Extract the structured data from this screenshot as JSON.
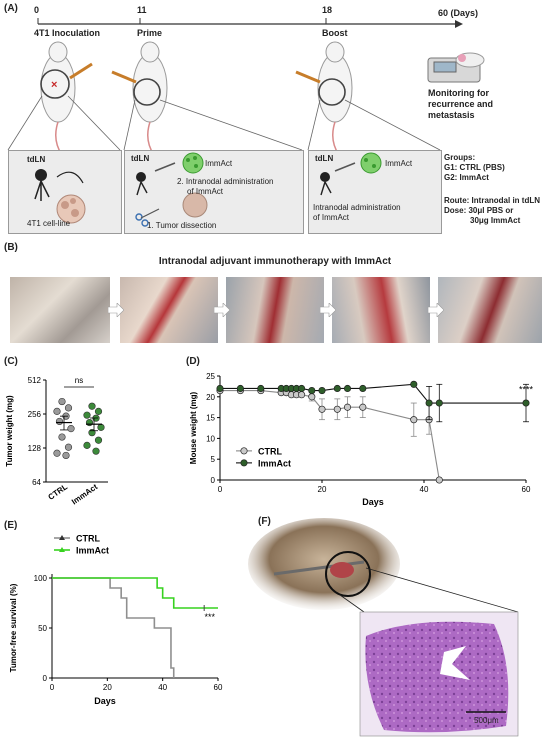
{
  "panels": {
    "A": "(A)",
    "B": "(B)",
    "C": "(C)",
    "D": "(D)",
    "E": "(E)",
    "F": "(F)"
  },
  "timeline": {
    "days": [
      "0",
      "11",
      "18",
      "60 (Days)"
    ],
    "events": [
      "4T1 Inoculation",
      "Prime",
      "Boost"
    ],
    "monitoring": [
      "Monitoring for",
      "recurrence and",
      "metastasis"
    ]
  },
  "box1": {
    "tdln": "tdLN",
    "cell_line": "4T1 cell-line"
  },
  "box2": {
    "tdln": "tdLN",
    "immact": "ImmAct",
    "step2": "2. Intranodal administration",
    "step2b": "of ImmAct",
    "step1": "1.  Tumor dissection"
  },
  "box3": {
    "tdln": "tdLN",
    "immact": "ImmAct",
    "desc1": "Intranodal administration",
    "desc2": "of ImmAct"
  },
  "groups": {
    "title": "Groups:",
    "g1": "G1: CTRL (PBS)",
    "g2": "G2: ImmAct",
    "route": "Route: Intranodal in tdLN",
    "dose1": "Dose: 30μl PBS or",
    "dose2": "30μg ImmAct"
  },
  "panel_b_title": "Intranodal adjuvant immunotherapy with ImmAct",
  "panel_f": {
    "scale": "500μm"
  },
  "colors": {
    "ctrl": "#9a9a9a",
    "immact_d": "#2e5e2a",
    "immact_c": "#3c8a3a",
    "immact_e": "#37d21f",
    "he": "#9b4fb5"
  },
  "chart_data": [
    {
      "type": "scatter",
      "panel": "C",
      "ylabel": "Tumor weight (mg)",
      "yscale": "log2",
      "ylim": [
        64,
        512
      ],
      "yticks": [
        "64",
        "128",
        "256",
        "512"
      ],
      "categories": [
        "CTRL",
        "ImmAct"
      ],
      "annotation": "ns",
      "series": [
        {
          "name": "CTRL",
          "values": [
            330,
            290,
            270,
            245,
            220,
            190,
            160,
            130,
            115,
            110
          ],
          "mean": 215,
          "sem_low": 185,
          "sem_high": 245
        },
        {
          "name": "ImmAct",
          "values": [
            300,
            270,
            250,
            235,
            215,
            195,
            175,
            150,
            135,
            120
          ],
          "mean": 208,
          "sem_low": 182,
          "sem_high": 236
        }
      ]
    },
    {
      "type": "line",
      "panel": "D",
      "xlabel": "Days",
      "ylabel": "Mouse weight (mg)",
      "xlim": [
        0,
        60
      ],
      "ylim": [
        0,
        25
      ],
      "xticks": [
        "0",
        "20",
        "40",
        "60"
      ],
      "yticks": [
        "0",
        "5",
        "10",
        "15",
        "20",
        "25"
      ],
      "annotation": "****",
      "legend_position": "bottom-left",
      "series": [
        {
          "name": "CTRL",
          "x": [
            0,
            4,
            8,
            12,
            13,
            14,
            15,
            16,
            18,
            20,
            23,
            25,
            28,
            38,
            41,
            43
          ],
          "y": [
            21.5,
            21.5,
            21.5,
            21,
            21,
            20.5,
            20.5,
            20.5,
            20,
            17,
            17,
            17.5,
            17.5,
            14.5,
            14.5,
            0
          ],
          "err": [
            0.5,
            0.5,
            0.5,
            0.5,
            0.5,
            0.5,
            0.5,
            0.5,
            1,
            2.5,
            2.5,
            2.5,
            2.5,
            4,
            3.5,
            0
          ]
        },
        {
          "name": "ImmAct",
          "x": [
            0,
            4,
            8,
            12,
            13,
            14,
            15,
            16,
            18,
            20,
            23,
            25,
            28,
            38,
            41,
            43,
            60
          ],
          "y": [
            22,
            22,
            22,
            22,
            22,
            22,
            22,
            22,
            21.5,
            21.5,
            22,
            22,
            22,
            23,
            18.5,
            18.5,
            18.5
          ],
          "err": [
            0.5,
            0.5,
            0.5,
            0.5,
            0.5,
            0.5,
            0.5,
            0.5,
            0.5,
            0.5,
            0.5,
            0.5,
            0.5,
            0.5,
            4,
            4.5,
            4.5
          ]
        }
      ]
    },
    {
      "type": "line",
      "panel": "E",
      "xlabel": "Days",
      "ylabel": "Tumor-free survival (%)",
      "xlim": [
        0,
        60
      ],
      "ylim": [
        0,
        100
      ],
      "xticks": [
        "0",
        "20",
        "40",
        "60"
      ],
      "yticks": [
        "0",
        "50",
        "100"
      ],
      "annotation": "***",
      "legend_position": "top-left",
      "series": [
        {
          "name": "CTRL",
          "steps": [
            [
              0,
              100
            ],
            [
              21,
              100
            ],
            [
              21,
              90
            ],
            [
              25,
              90
            ],
            [
              25,
              80
            ],
            [
              27,
              80
            ],
            [
              27,
              60
            ],
            [
              37,
              60
            ],
            [
              37,
              50
            ],
            [
              43,
              50
            ],
            [
              43,
              10
            ],
            [
              44,
              10
            ],
            [
              44,
              0
            ]
          ]
        },
        {
          "name": "ImmAct",
          "steps": [
            [
              0,
              100
            ],
            [
              38,
              100
            ],
            [
              38,
              90
            ],
            [
              40,
              90
            ],
            [
              40,
              80
            ],
            [
              44,
              80
            ],
            [
              44,
              70
            ],
            [
              60,
              70
            ]
          ]
        }
      ]
    }
  ]
}
